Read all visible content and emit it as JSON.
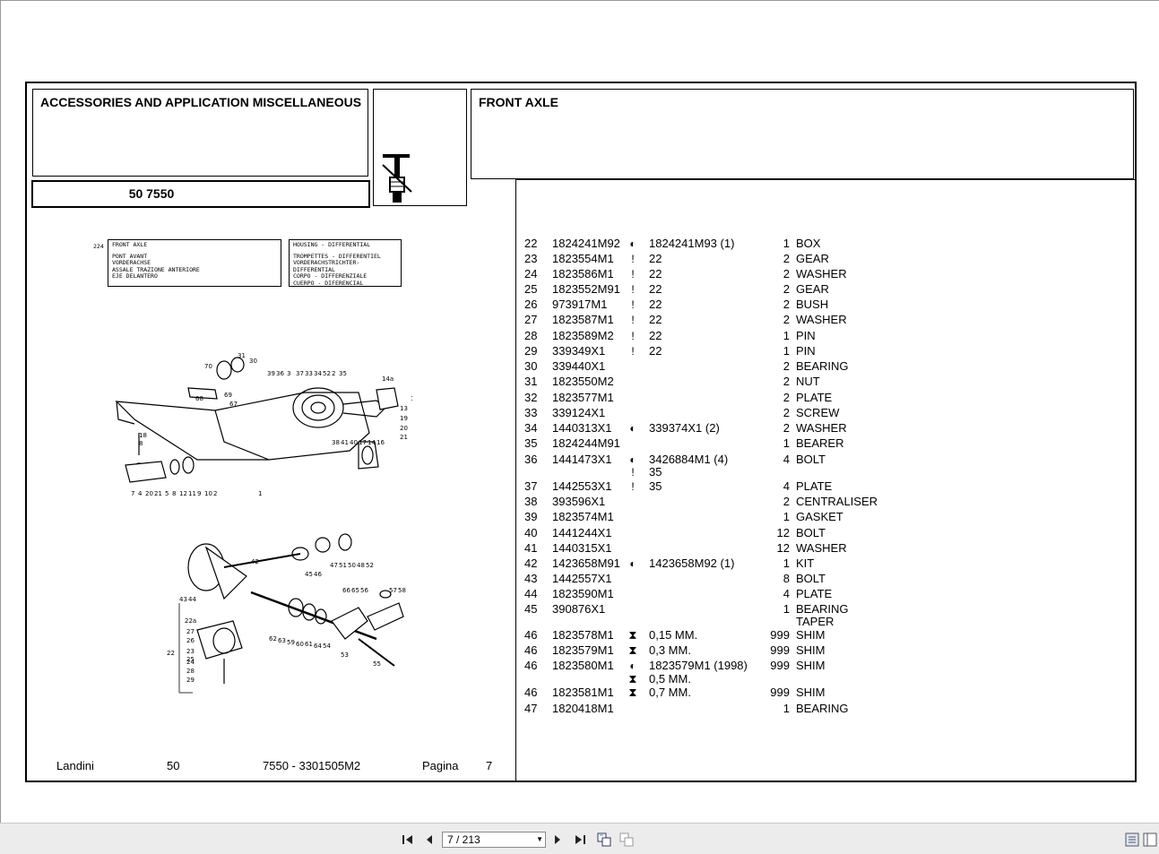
{
  "header": {
    "section_title": "ACCESSORIES AND APPLICATION MISCELLANEOUS",
    "model_code": "50 7550",
    "group_title": "FRONT AXLE"
  },
  "illustration": {
    "ref_number": "224",
    "box1_lines": [
      "FRONT AXLE",
      "",
      "PONT AVANT",
      "VORDERACHSE",
      "ASSALE TRAZIONE ANTERIORE",
      "EJE DELANTERO"
    ],
    "box2_lines": [
      "HOUSING - DIFFERENTIAL",
      "",
      "TROMPETTES - DIFFERENTIEL",
      "VORDERACHSTRICHTER-DIFFERENTIAL",
      "CORPO - DIFFERENZIALE",
      "CUERPO - DIFERENCIAL"
    ]
  },
  "parts": [
    {
      "num": "22",
      "part": "1824241M92",
      "sym": "◐",
      "alt": "1824241M93  (1)",
      "qty": "1",
      "desc": "BOX"
    },
    {
      "num": "23",
      "part": "1823554M1",
      "sym": "!",
      "alt": "22",
      "qty": "2",
      "desc": "GEAR"
    },
    {
      "num": "24",
      "part": "1823586M1",
      "sym": "!",
      "alt": "22",
      "qty": "2",
      "desc": "WASHER"
    },
    {
      "num": "25",
      "part": "1823552M91",
      "sym": "!",
      "alt": "22",
      "qty": "2",
      "desc": "GEAR"
    },
    {
      "num": "26",
      "part": "973917M1",
      "sym": "!",
      "alt": "22",
      "qty": "2",
      "desc": "BUSH"
    },
    {
      "num": "27",
      "part": "1823587M1",
      "sym": "!",
      "alt": "22",
      "qty": "2",
      "desc": "WASHER"
    },
    {
      "num": "28",
      "part": "1823589M2",
      "sym": "!",
      "alt": "22",
      "qty": "1",
      "desc": "PIN"
    },
    {
      "num": "29",
      "part": "339349X1",
      "sym": "!",
      "alt": "22",
      "qty": "1",
      "desc": "PIN"
    },
    {
      "num": "30",
      "part": "339440X1",
      "sym": "",
      "alt": "",
      "qty": "2",
      "desc": "BEARING"
    },
    {
      "num": "31",
      "part": "1823550M2",
      "sym": "",
      "alt": "",
      "qty": "2",
      "desc": "NUT"
    },
    {
      "num": "32",
      "part": "1823577M1",
      "sym": "",
      "alt": "",
      "qty": "2",
      "desc": "PLATE"
    },
    {
      "num": "33",
      "part": "339124X1",
      "sym": "",
      "alt": "",
      "qty": "2",
      "desc": "SCREW"
    },
    {
      "num": "34",
      "part": "1440313X1",
      "sym": "◐",
      "alt": "339374X1  (2)",
      "qty": "2",
      "desc": "WASHER"
    },
    {
      "num": "35",
      "part": "1824244M91",
      "sym": "",
      "alt": "",
      "qty": "1",
      "desc": "BEARER"
    },
    {
      "num": "36",
      "part": "1441473X1",
      "sym": "◐",
      "alt": "3426884M1  (4)",
      "qty": "4",
      "desc": "BOLT"
    },
    {
      "num": "",
      "part": "",
      "sym": "!",
      "alt": "35",
      "qty": "",
      "desc": ""
    },
    {
      "num": "37",
      "part": "1442553X1",
      "sym": "!",
      "alt": "35",
      "qty": "4",
      "desc": "PLATE"
    },
    {
      "num": "38",
      "part": "393596X1",
      "sym": "",
      "alt": "",
      "qty": "2",
      "desc": "CENTRALISER"
    },
    {
      "num": "39",
      "part": "1823574M1",
      "sym": "",
      "alt": "",
      "qty": "1",
      "desc": "GASKET"
    },
    {
      "num": "40",
      "part": "1441244X1",
      "sym": "",
      "alt": "",
      "qty": "12",
      "desc": "BOLT"
    },
    {
      "num": "41",
      "part": "1440315X1",
      "sym": "",
      "alt": "",
      "qty": "12",
      "desc": "WASHER"
    },
    {
      "num": "42",
      "part": "1423658M91",
      "sym": "◐",
      "alt": "1423658M92  (1)",
      "qty": "1",
      "desc": "KIT"
    },
    {
      "num": "43",
      "part": "1442557X1",
      "sym": "",
      "alt": "",
      "qty": "8",
      "desc": "BOLT"
    },
    {
      "num": "44",
      "part": "1823590M1",
      "sym": "",
      "alt": "",
      "qty": "4",
      "desc": "PLATE"
    },
    {
      "num": "45",
      "part": "390876X1",
      "sym": "",
      "alt": "",
      "qty": "1",
      "desc": "BEARING"
    },
    {
      "num": "",
      "part": "",
      "sym": "",
      "alt": "",
      "qty": "",
      "desc": "TAPER"
    },
    {
      "num": "46",
      "part": "1823578M1",
      "sym": "⧗",
      "alt": "0,15 MM.",
      "qty": "999",
      "desc": "SHIM"
    },
    {
      "num": "46",
      "part": "1823579M1",
      "sym": "⧗",
      "alt": "0,3 MM.",
      "qty": "999",
      "desc": "SHIM"
    },
    {
      "num": "46",
      "part": "1823580M1",
      "sym": "◐",
      "alt": "1823579M1  (1998)",
      "qty": "999",
      "desc": "SHIM"
    },
    {
      "num": "",
      "part": "",
      "sym": "⧗",
      "alt": "0,5 MM.",
      "qty": "",
      "desc": ""
    },
    {
      "num": "46",
      "part": "1823581M1",
      "sym": "⧗",
      "alt": "0,7 MM.",
      "qty": "999",
      "desc": "SHIM"
    },
    {
      "num": "47",
      "part": "1820418M1",
      "sym": "",
      "alt": "",
      "qty": "1",
      "desc": "BEARING"
    }
  ],
  "footer": {
    "brand": "Landini",
    "series": "50",
    "doc": "7550 - 3301505M2",
    "page_label": "Pagina",
    "page_num": "7"
  },
  "toolbar": {
    "page_value": "7 / 213",
    "icons": [
      "first-page-icon",
      "prev-page-icon",
      "next-page-icon",
      "last-page-icon",
      "continuous-view-icon",
      "single-view-icon",
      "layout-icon",
      "sidebar-icon"
    ]
  }
}
